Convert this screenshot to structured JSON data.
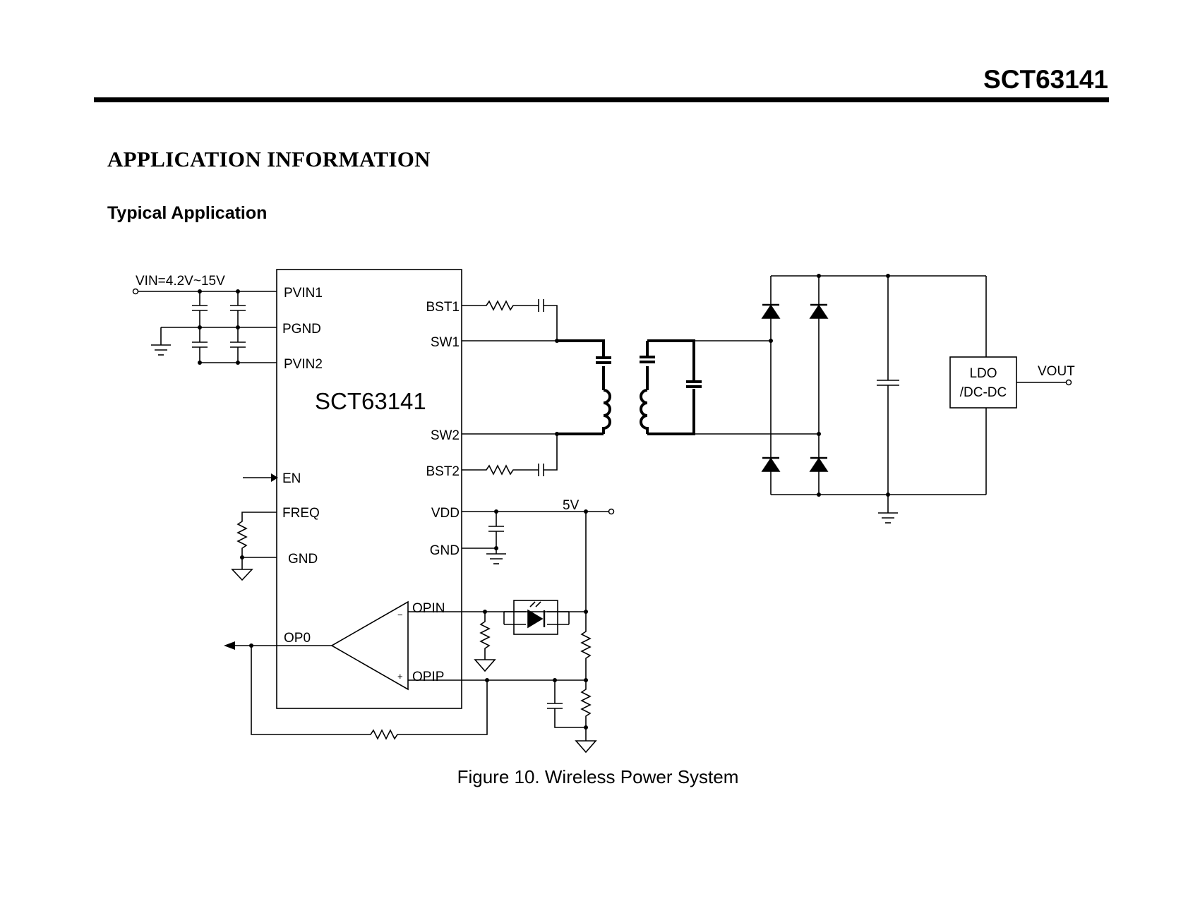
{
  "header": {
    "part_number": "SCT63141"
  },
  "section": {
    "title": "APPLICATION INFORMATION",
    "subtitle": "Typical Application"
  },
  "schematic": {
    "chip_name": "SCT63141",
    "input_label": "VIN=4.2V~15V",
    "pins_left": {
      "pvin1": "PVIN1",
      "pgnd": "PGND",
      "pvin2": "PVIN2",
      "en": "EN",
      "freq": "FREQ",
      "gnd": "GND",
      "op0": "OP0"
    },
    "pins_right": {
      "bst1": "BST1",
      "sw1": "SW1",
      "sw2": "SW2",
      "bst2": "BST2",
      "vdd": "VDD",
      "gnd": "GND",
      "opin": "OPIN",
      "opip": "OPIP"
    },
    "opamp_signs": {
      "minus": "−",
      "plus": "+"
    },
    "rail_label": "5V",
    "ldo_box": {
      "line1": "LDO",
      "line2": "/DC-DC"
    },
    "output_label": "VOUT"
  },
  "figure": {
    "caption": "Figure 10. Wireless Power System"
  }
}
